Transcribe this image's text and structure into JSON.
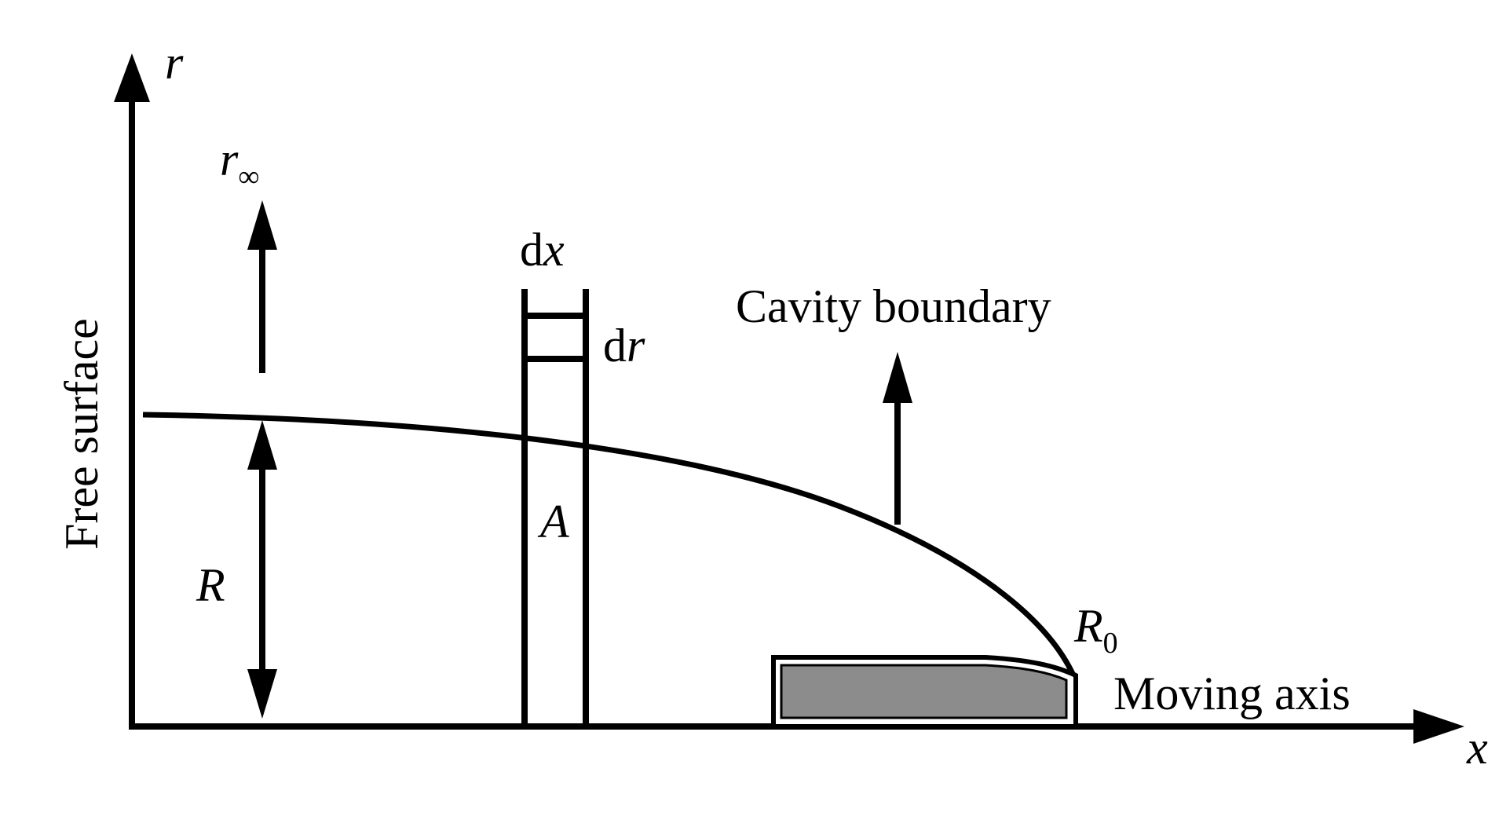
{
  "diagram": {
    "axes": {
      "vertical_label": "r",
      "horizontal_label": "x"
    },
    "labels": {
      "r_infinity_base": "r",
      "r_infinity_sub": "∞",
      "dx_d": "d",
      "dx_var": "x",
      "dr_d": "d",
      "dr_var": "r",
      "cavity_boundary": "Cavity boundary",
      "free_surface": "Free surface",
      "point_a": "A",
      "radius_r": "R",
      "r0_base": "R",
      "r0_sub": "0",
      "moving_axis": "Moving axis"
    },
    "colors": {
      "stroke": "#000000",
      "body_fill": "#8c8c8c",
      "background": "#ffffff"
    }
  }
}
